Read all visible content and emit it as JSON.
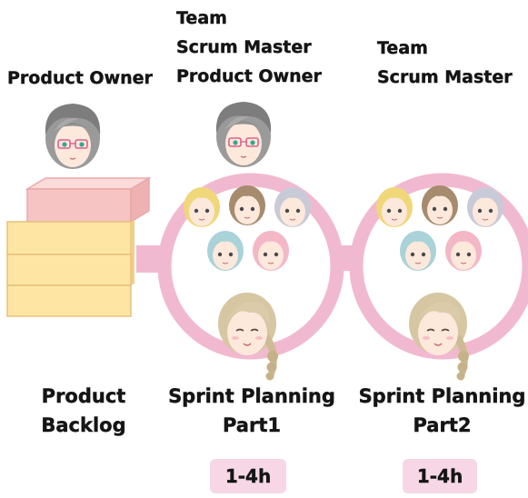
{
  "left": {
    "role": "Product Owner",
    "caption_line1": "Product",
    "caption_line2": "Backlog"
  },
  "middle": {
    "roles": [
      "Team",
      "Scrum Master",
      "Product Owner"
    ],
    "caption_line1": "Sprint Planning",
    "caption_line2": "Part1",
    "duration": "1-4h"
  },
  "right": {
    "roles": [
      "Team",
      "Scrum Master"
    ],
    "caption_line1": "Sprint Planning",
    "caption_line2": "Part2",
    "duration": "1-4h"
  },
  "colors": {
    "ring": "#f1b9cf",
    "backlog_top": "#f7c4c4",
    "backlog_box": "#ffe5a3",
    "badge": "#f7d7e5"
  },
  "icons": [
    "product-owner-avatar",
    "team-member-avatars",
    "scrum-master-avatar"
  ]
}
